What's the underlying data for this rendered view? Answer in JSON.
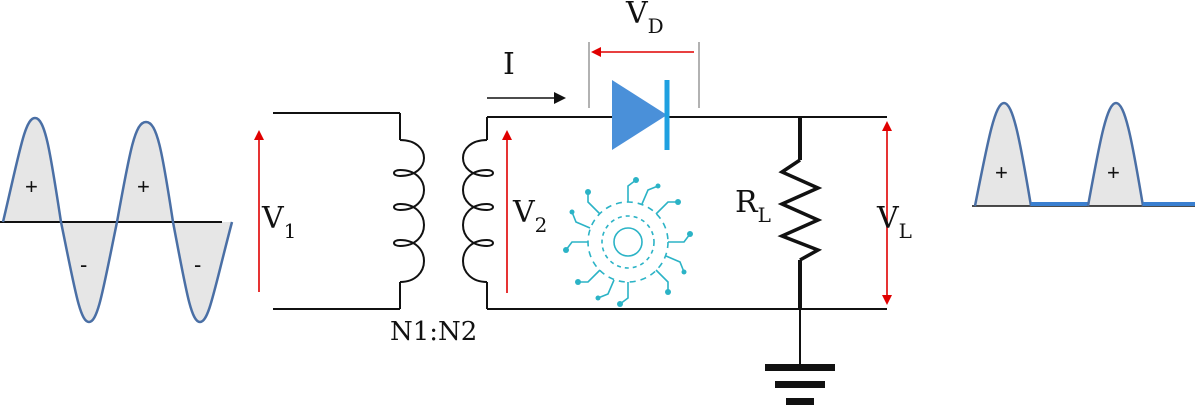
{
  "labels": {
    "vd": "V",
    "vd_sub": "D",
    "current": "I",
    "v1": "V",
    "v1_sub": "1",
    "v2": "V",
    "v2_sub": "2",
    "rl": "R",
    "rl_sub": "L",
    "vl": "V",
    "vl_sub": "L",
    "turns_ratio": "N1:N2"
  },
  "waveforms": {
    "input": {
      "signs": [
        "+",
        "-",
        "+",
        "-"
      ]
    },
    "output": {
      "signs": [
        "+",
        "+"
      ]
    }
  },
  "colors": {
    "wire": "#111111",
    "arrow": "#e00000",
    "diode_fill": "#4a90d9",
    "diode_bar": "#1fa0e0",
    "wave_stroke": "#4a6fa5",
    "wave_fill": "#e6e6e6",
    "output_flat": "#3a7fd0",
    "logo": "#2bb3c6"
  },
  "icons": {
    "logo": "circuit-logo-icon",
    "ground": "ground-icon",
    "diode": "diode-icon",
    "resistor": "resistor-icon",
    "transformer": "transformer-icon"
  }
}
